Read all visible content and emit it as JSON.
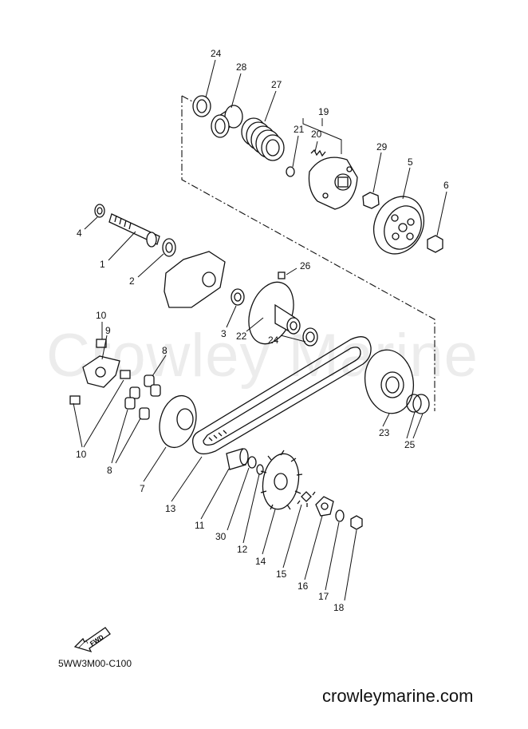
{
  "watermark": "Crowley Marine",
  "figure_code": "5WW3M00-C100",
  "footer_site": "crowleymarine.com",
  "fwd_text": "FWD",
  "callouts": {
    "c24a": "24",
    "c28": "28",
    "c27": "27",
    "c19": "19",
    "c21": "21",
    "c20": "20",
    "c29": "29",
    "c5": "5",
    "c6": "6",
    "c4": "4",
    "c1": "1",
    "c2": "2",
    "c26": "26",
    "c3": "3",
    "c22": "22",
    "c24b": "24",
    "c10a": "10",
    "c9": "9",
    "c8a": "8",
    "c10b": "10",
    "c8b": "8",
    "c7": "7",
    "c13": "13",
    "c11": "11",
    "c30": "30",
    "c12": "12",
    "c14": "14",
    "c15": "15",
    "c16": "16",
    "c17": "17",
    "c18": "18",
    "c23": "23",
    "c25": "25"
  }
}
